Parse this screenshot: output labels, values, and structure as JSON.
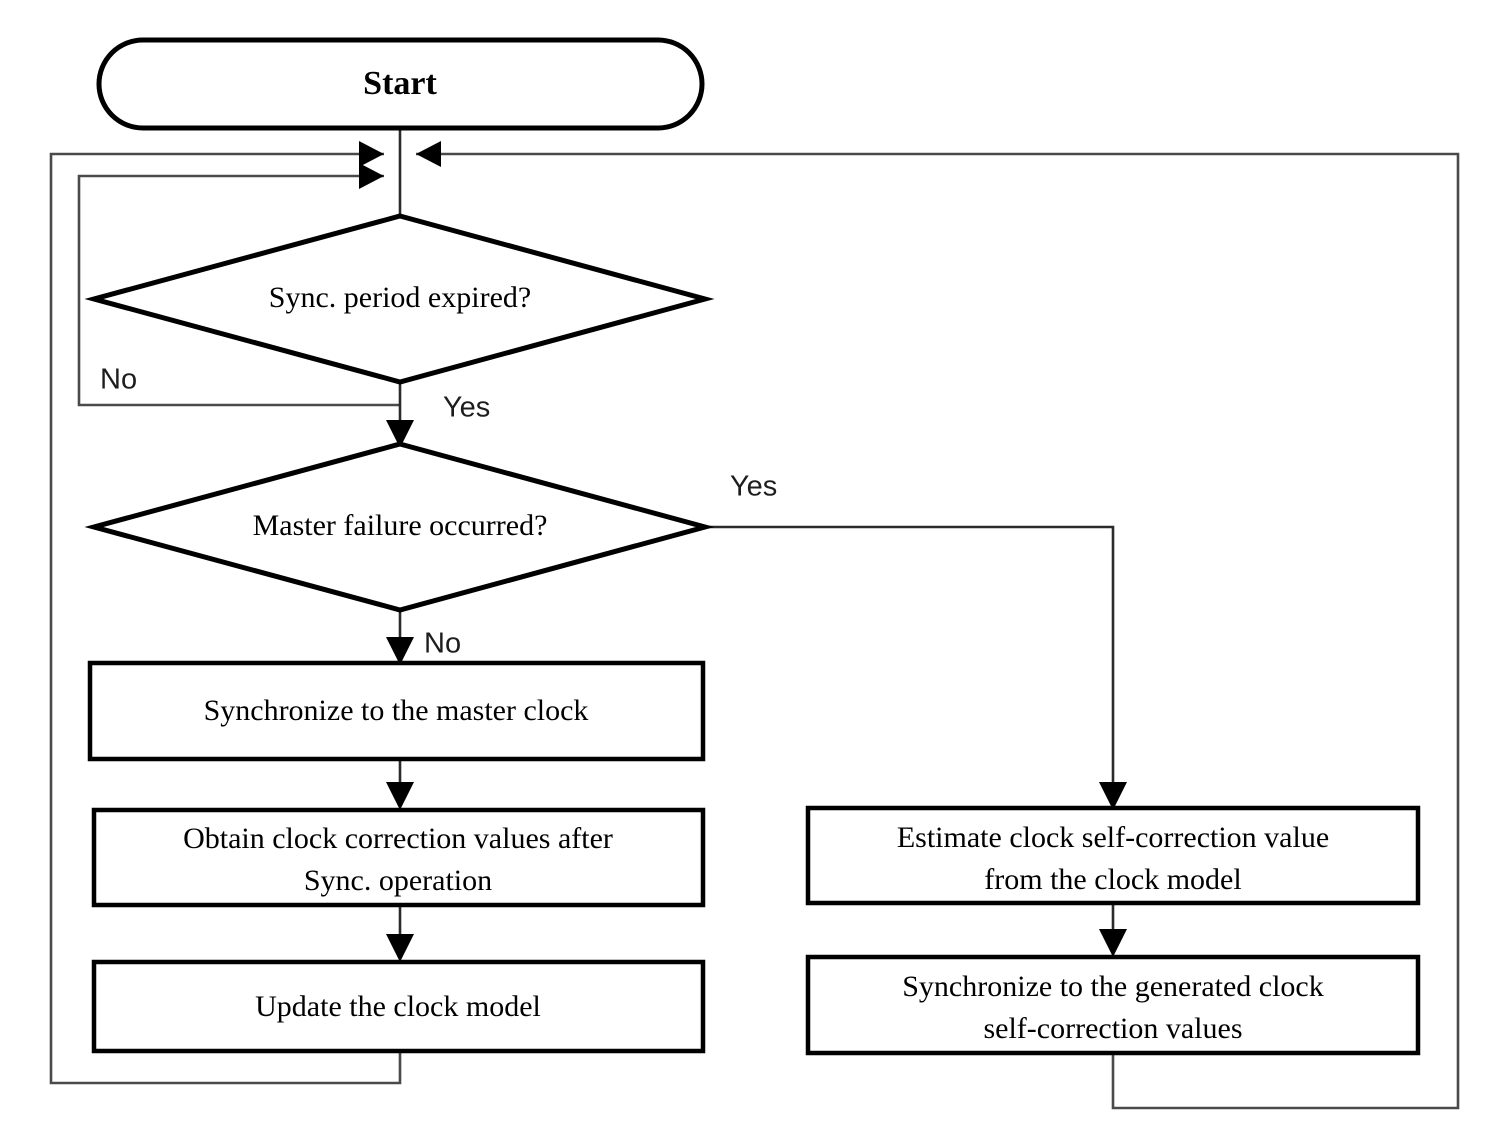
{
  "diagram": {
    "title": "Clock synchronization flowchart",
    "type": "flowchart",
    "background_color": "#ffffff",
    "line_color": "#000000"
  },
  "nodes": {
    "start": {
      "label": "Start",
      "shape": "terminator"
    },
    "decision_sync_period": {
      "label": "Sync.  period expired?",
      "shape": "decision"
    },
    "decision_master_failure": {
      "label": "Master failure occurred?",
      "shape": "decision"
    },
    "sync_master_clock": {
      "label": "Synchronize  to the master clock",
      "shape": "process"
    },
    "obtain_correction": {
      "line1": "Obtain clock correction values after",
      "line2": "Sync.  operation",
      "shape": "process"
    },
    "update_model": {
      "label": "Update the clock model",
      "shape": "process"
    },
    "estimate_self_correction": {
      "line1": "Estimate clock self-correction value",
      "line2": "from the clock model",
      "shape": "process"
    },
    "sync_generated": {
      "line1": "Synchronize  to the generated clock",
      "line2": "self-correction values",
      "shape": "process"
    }
  },
  "edge_labels": {
    "sync_period_no": "No",
    "sync_period_yes": "Yes",
    "master_failure_yes": "Yes",
    "master_failure_no": "No"
  }
}
